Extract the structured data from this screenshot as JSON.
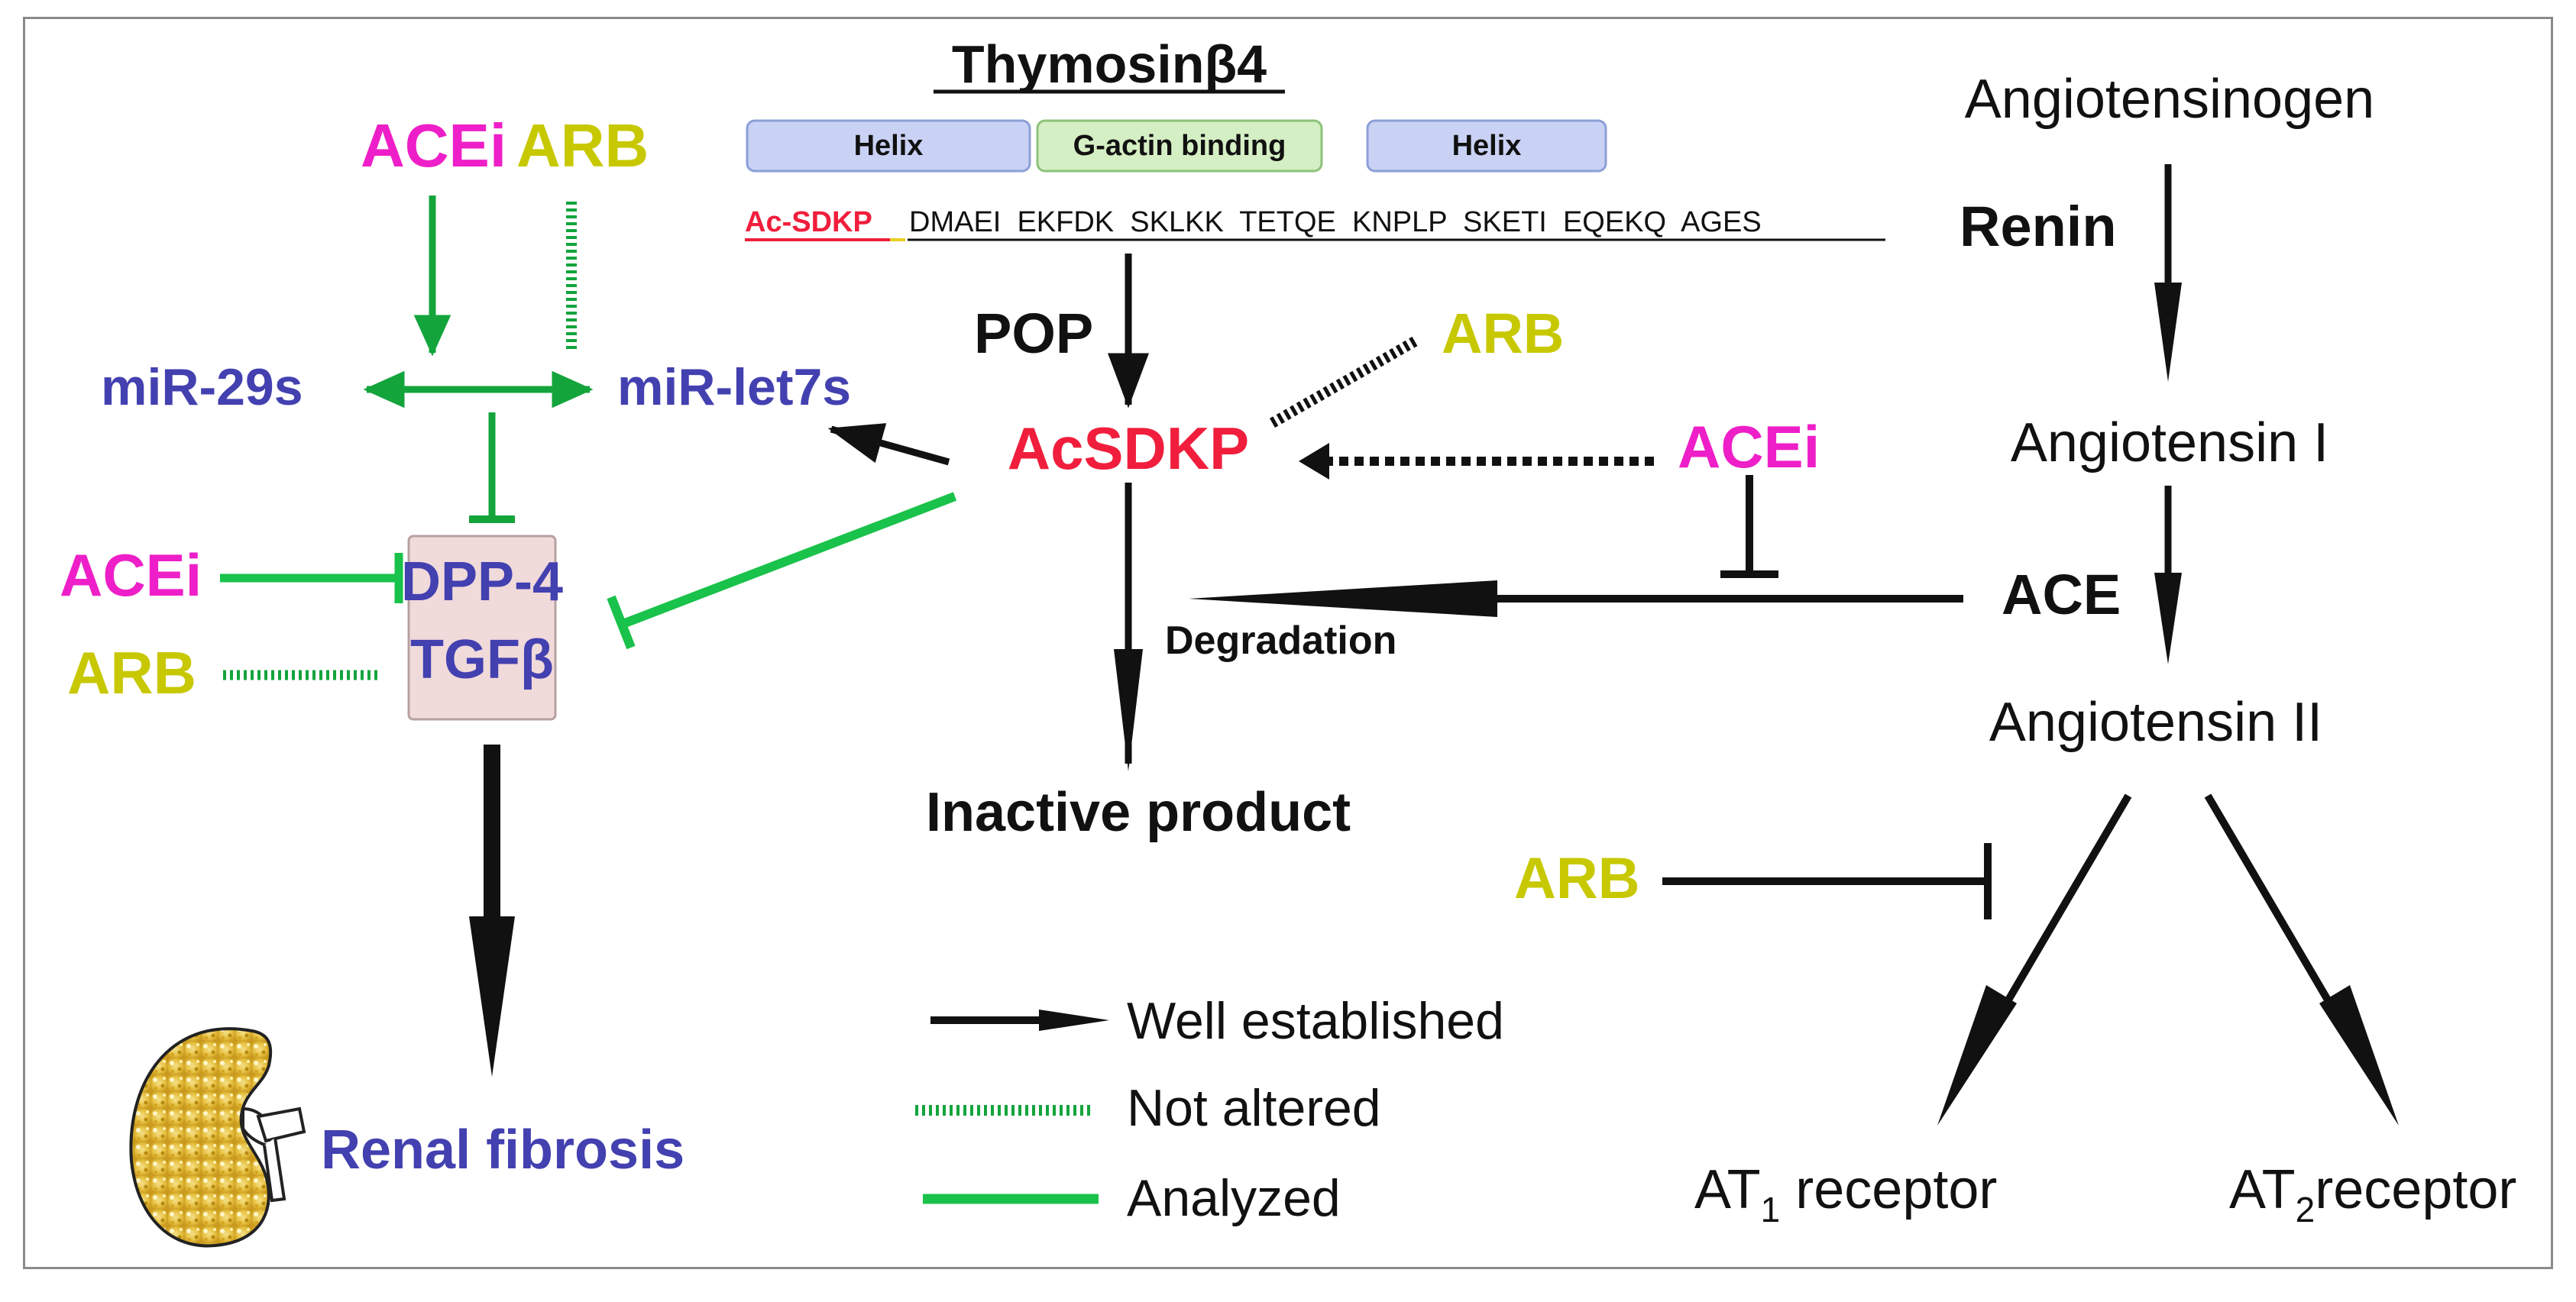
{
  "colors": {
    "magenta": "#ee1fc8",
    "olive": "#c8c800",
    "blue": "#4340b0",
    "red": "#f01e3c",
    "green_dark": "#13a43c",
    "green": "#19c24a",
    "black": "#111111",
    "box_fill": "#f0dada",
    "helix_fill": "#c9d2f4",
    "gactin_fill": "#d5efc4"
  },
  "thymosin": {
    "title": "Thymosinβ4",
    "domains": [
      "Helix",
      "G-actin binding",
      "Helix"
    ],
    "sequence_head": "Ac-SDKP",
    "sequence_rest": "DMAEI  EKFDK  SKLKK  TETQE  KNPLP  SKETI  EQEKQ  AGES"
  },
  "left": {
    "acei_top": "ACEi",
    "arb_top": "ARB",
    "mir29": "miR-29s",
    "mirlet7": "miR-let7s",
    "acei_mid": "ACEi",
    "arb_mid": "ARB",
    "dpp4": "DPP-4",
    "tgfb": "TGFβ",
    "renal_fibrosis": "Renal fibrosis"
  },
  "middle": {
    "pop": "POP",
    "arb": "ARB",
    "acsdkp": "AcSDKP",
    "acei": "ACEi",
    "degradation": "Degradation",
    "inactive_product": "Inactive product"
  },
  "right": {
    "angiotensinogen": "Angiotensinogen",
    "renin": "Renin",
    "angiotensin_1": "Angiotensin I",
    "ace": "ACE",
    "angiotensin_2": "Angiotensin II",
    "arb": "ARB",
    "at1_prefix": "AT",
    "at1_sub": "1",
    "at1_suffix": " receptor",
    "at2_prefix": "AT",
    "at2_sub": "2",
    "at2_suffix": "receptor"
  },
  "legend": {
    "well_established": "Well established",
    "not_altered": "Not altered",
    "analyzed": "Analyzed"
  },
  "icons": {
    "kidney": "kidney-icon"
  }
}
